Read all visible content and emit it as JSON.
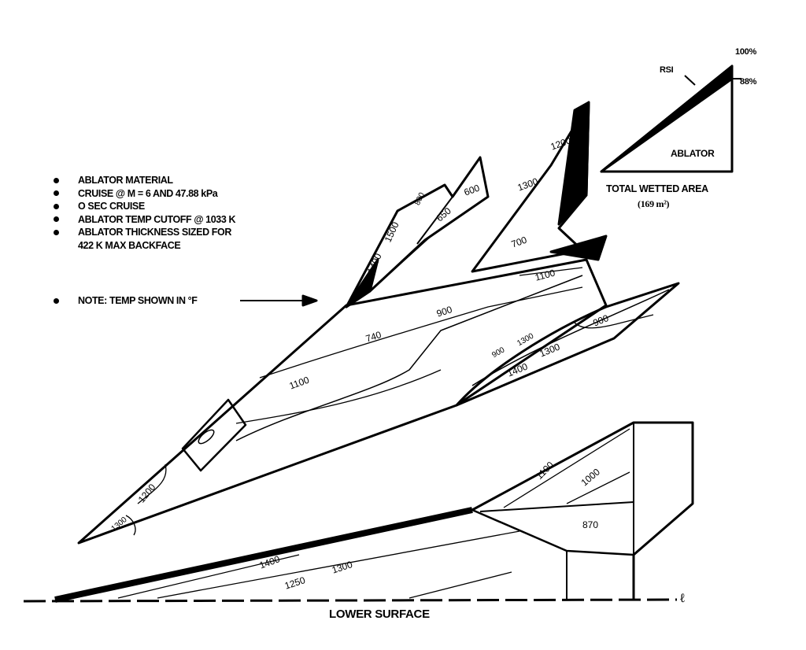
{
  "notes": [
    "ABLATOR MATERIAL",
    "CRUISE @ M = 6 AND 47.88 kPa",
    "O SEC CRUISE",
    "ABLATOR TEMP CUTOFF @ 1033 K",
    "ABLATOR THICKNESS SIZED FOR",
    "422 K MAX BACKFACE"
  ],
  "temp_note": "NOTE: TEMP SHOWN IN °F",
  "area_chart": {
    "rsi_label": "RSI",
    "ablator_label": "ABLATOR",
    "top_percent": "100%",
    "ablator_percent": "88%",
    "ablator_fraction": 0.88,
    "title": "TOTAL WETTED AREA",
    "area": "(169 m²)"
  },
  "upper_contours": {
    "fin_left": [
      "1400",
      "1500",
      "800",
      "650",
      "600"
    ],
    "vertical_tail": [
      "1200",
      "1300",
      "700"
    ],
    "fuselage": [
      "1100",
      "900",
      "740",
      "1100",
      "1200",
      "1300"
    ],
    "wing": [
      "900",
      "1300",
      "1300",
      "1400",
      "900"
    ]
  },
  "lower_contours": [
    "1400",
    "1300",
    "1250",
    "1100",
    "1000",
    "870"
  ],
  "centerline_symbol": "ℓ",
  "lower_title": "LOWER SURFACE"
}
